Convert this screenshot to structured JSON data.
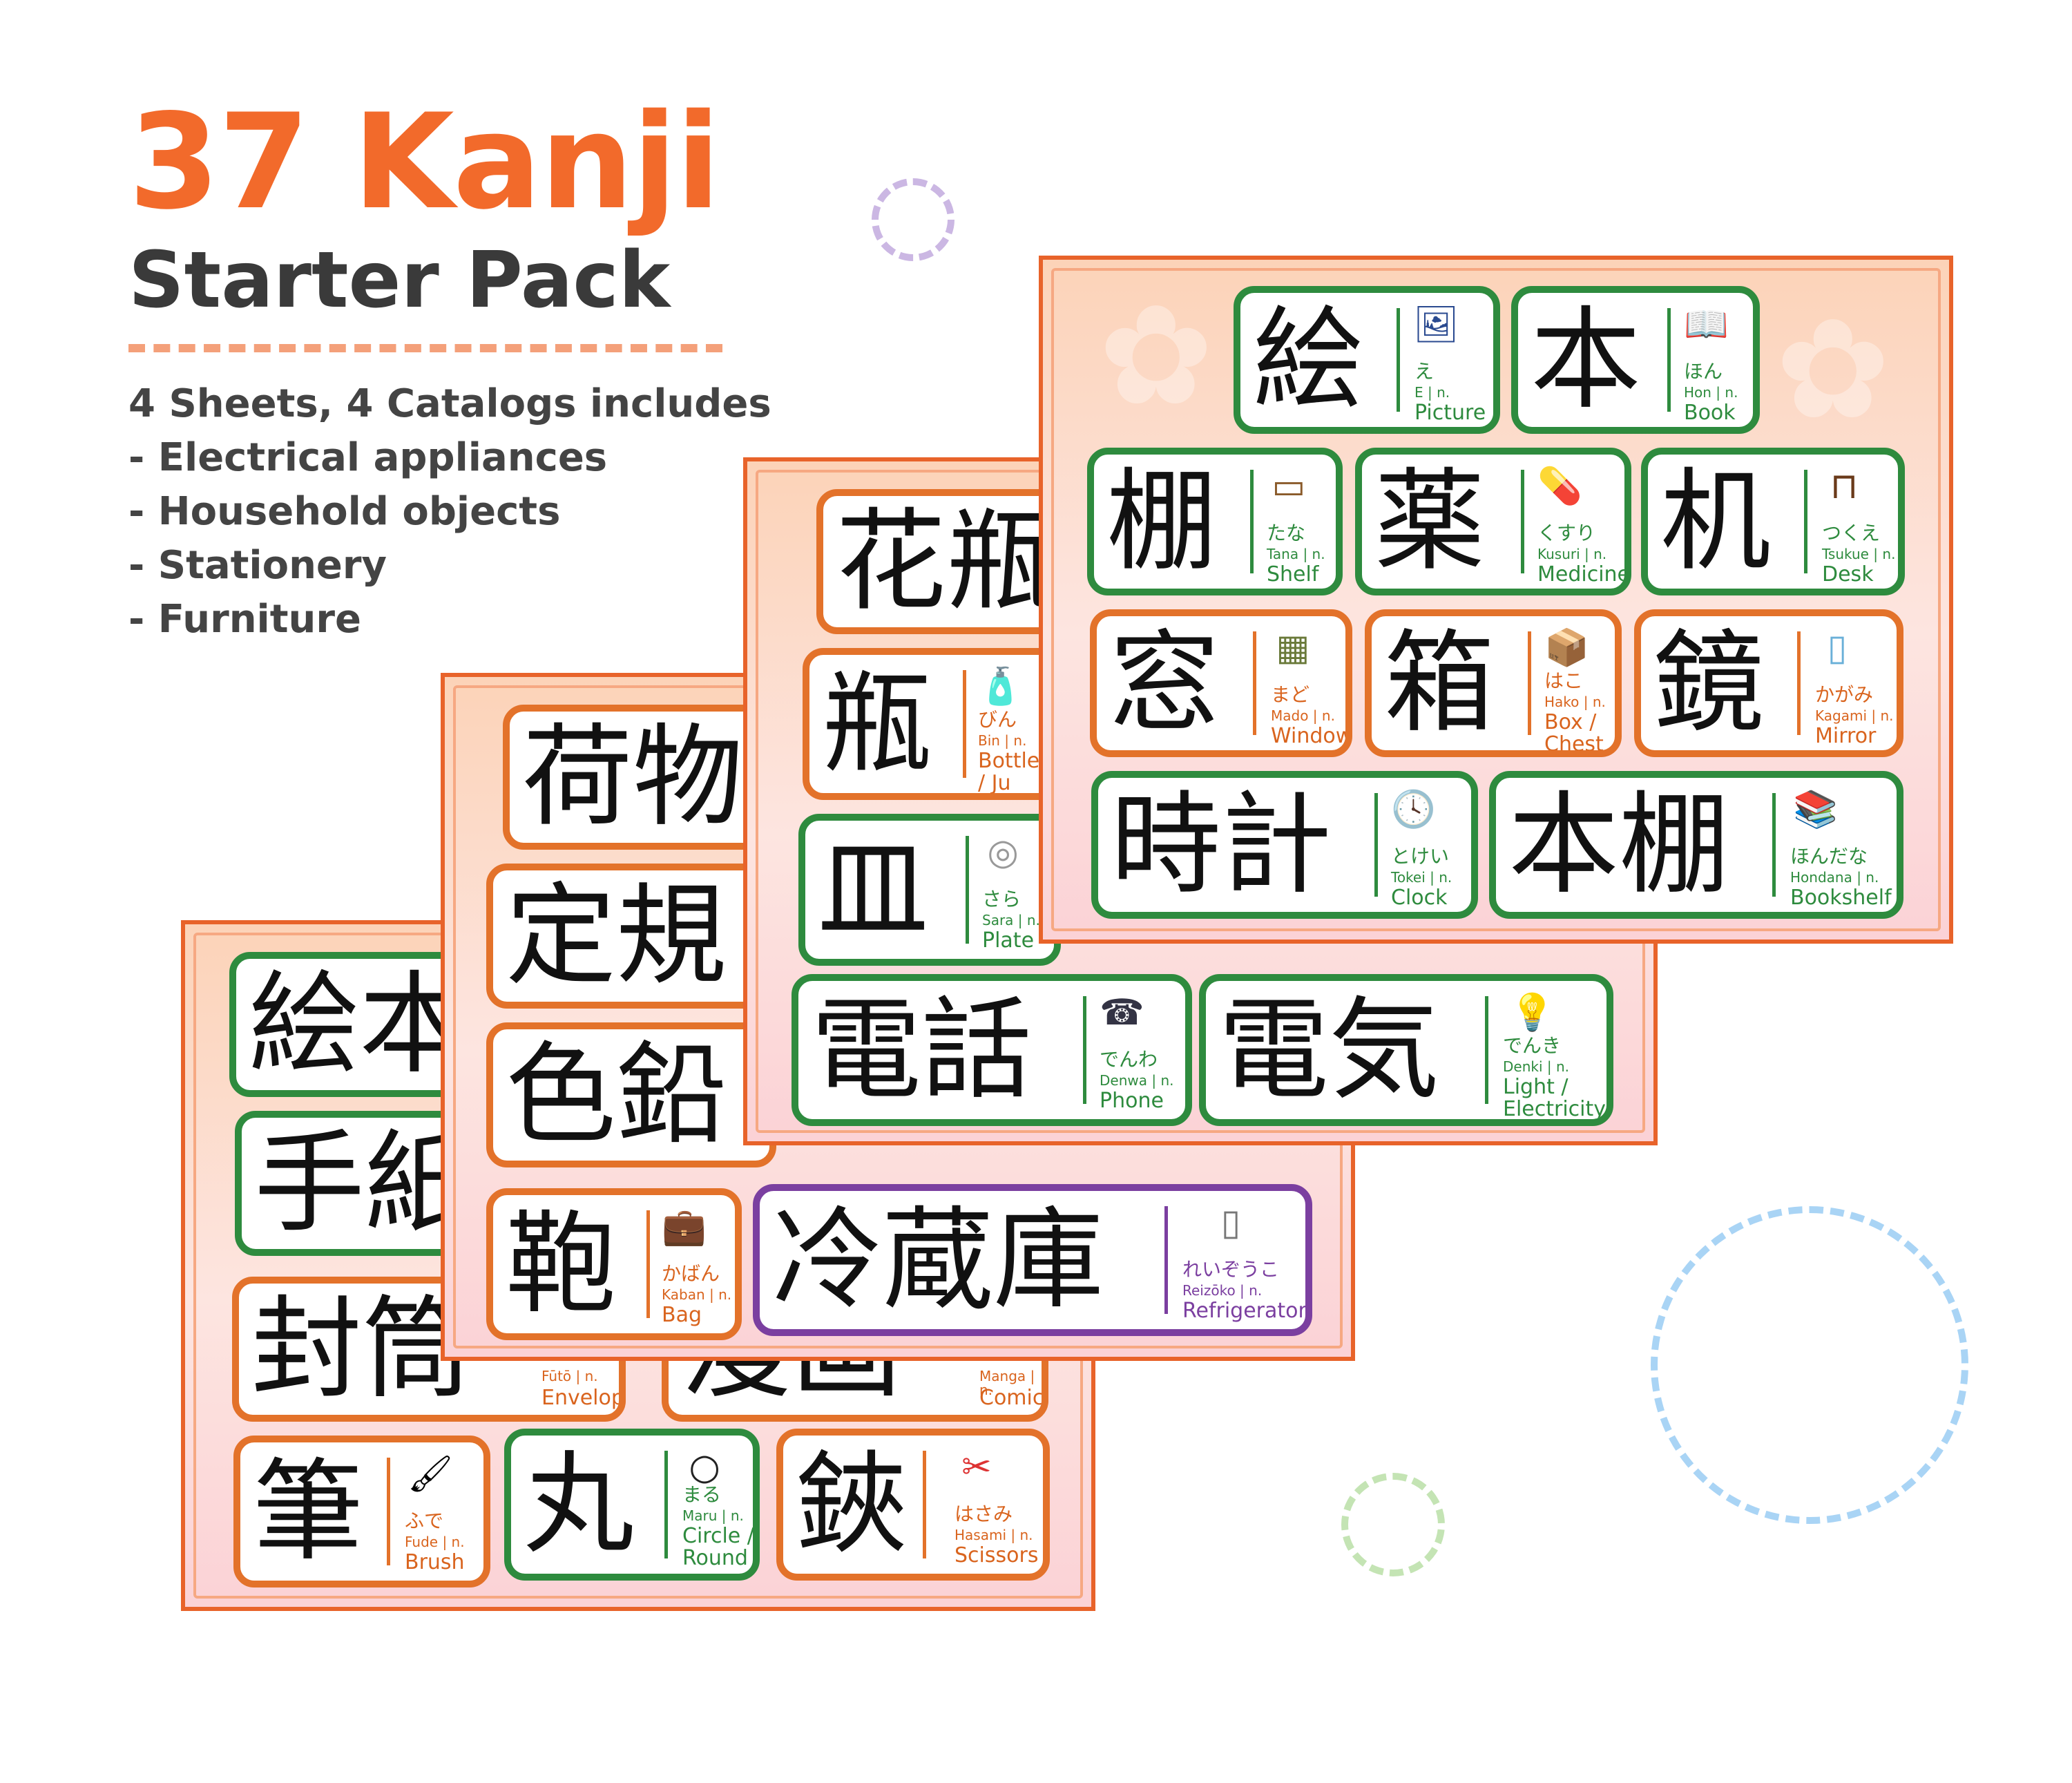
{
  "header": {
    "title": "37 Kanji",
    "subtitle": "Starter Pack",
    "description": "4 Sheets, 4 Catalogs includes",
    "categories": [
      "- Electrical appliances",
      "- Household objects",
      "- Stationery",
      "- Furniture"
    ]
  },
  "colors": {
    "accent": "#f26a2b",
    "green": "#2e8b3e",
    "orange": "#e3722a",
    "purple": "#7b3fa0"
  },
  "sheet4": {
    "cards": [
      {
        "kanji": "絵",
        "kana": "え",
        "romaji": "E | n.",
        "meaning": "Picture",
        "icon": "picture-icon"
      },
      {
        "kanji": "本",
        "kana": "ほん",
        "romaji": "Hon | n.",
        "meaning": "Book",
        "icon": "book-icon"
      },
      {
        "kanji": "棚",
        "kana": "たな",
        "romaji": "Tana | n.",
        "meaning": "Shelf",
        "icon": "shelf-icon"
      },
      {
        "kanji": "薬",
        "kana": "くすり",
        "romaji": "Kusuri | n.",
        "meaning": "Medicine",
        "icon": "pill-icon"
      },
      {
        "kanji": "机",
        "kana": "つくえ",
        "romaji": "Tsukue | n.",
        "meaning": "Desk",
        "icon": "desk-icon"
      },
      {
        "kanji": "窓",
        "kana": "まど",
        "romaji": "Mado | n.",
        "meaning": "Window",
        "icon": "window-icon"
      },
      {
        "kanji": "箱",
        "kana": "はこ",
        "romaji": "Hako | n.",
        "meaning": "Box / Chest",
        "icon": "box-icon"
      },
      {
        "kanji": "鏡",
        "kana": "かがみ",
        "romaji": "Kagami | n.",
        "meaning": "Mirror",
        "icon": "mirror-icon"
      },
      {
        "kanji": "時計",
        "kana": "とけい",
        "romaji": "Tokei | n.",
        "meaning": "Clock",
        "icon": "clock-icon"
      },
      {
        "kanji": "本棚",
        "kana": "ほんだな",
        "romaji": "Hondana | n.",
        "meaning": "Bookshelf",
        "icon": "bookshelf-icon"
      }
    ]
  },
  "sheet3": {
    "cards": [
      {
        "kanji": "花瓶"
      },
      {
        "kanji": "瓶",
        "kana": "びん",
        "romaji": "Bin | n.",
        "meaning": "Bottle Jar / Ju",
        "icon": "bottle-icon"
      },
      {
        "kanji": "皿",
        "kana": "さら",
        "romaji": "Sara | n.",
        "meaning": "Plate",
        "icon": "plate-icon"
      },
      {
        "kanji": "電話",
        "kana": "でんわ",
        "romaji": "Denwa | n.",
        "meaning": "Phone",
        "icon": "phone-icon"
      },
      {
        "kanji": "電気",
        "kana": "でんき",
        "romaji": "Denki | n.",
        "meaning": "Light / Electricity",
        "icon": "bulb-icon"
      }
    ]
  },
  "sheet2": {
    "cards": [
      {
        "kanji": "荷物"
      },
      {
        "kanji": "定規"
      },
      {
        "kanji": "色鉛"
      },
      {
        "kanji": "鞄",
        "kana": "かばん",
        "romaji": "Kaban | n.",
        "meaning": "Bag",
        "icon": "bag-icon"
      },
      {
        "kanji": "冷蔵庫",
        "kana": "れいぞうこ",
        "romaji": "Reizōko | n.",
        "meaning": "Refrigerator",
        "icon": "fridge-icon"
      }
    ]
  },
  "sheet1": {
    "cards": [
      {
        "kanji": "絵本"
      },
      {
        "kanji": "手紙"
      },
      {
        "kanji": "封筒",
        "romaji": "Fūtō | n.",
        "meaning": "Envelope"
      },
      {
        "kanji": "漫画",
        "romaji": "Manga | n.",
        "meaning": "Comics"
      },
      {
        "kanji": "筆",
        "kana": "ふで",
        "romaji": "Fude | n.",
        "meaning": "Brush",
        "icon": "brush-icon"
      },
      {
        "kanji": "丸",
        "kana": "まる",
        "romaji": "Maru | n.",
        "meaning": "Circle / Round",
        "icon": "circle-icon"
      },
      {
        "kanji": "鋏",
        "kana": "はさみ",
        "romaji": "Hasami | n.",
        "meaning": "Scissors",
        "icon": "scissors-icon"
      }
    ]
  }
}
